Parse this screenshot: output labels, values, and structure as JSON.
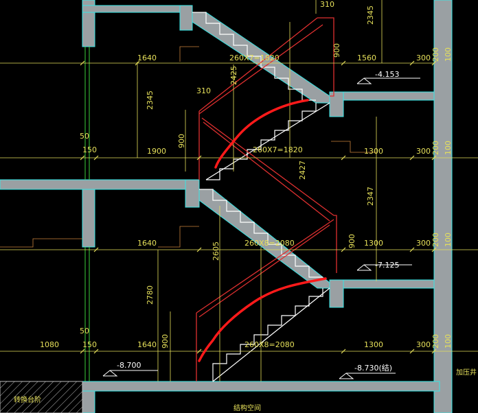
{
  "drawing": {
    "colors": {
      "background": "#000000",
      "wall": "#9aa0a3",
      "wall_edge": "#35e6e6",
      "stair_outline": "#ffffff",
      "handrail": "#e03030",
      "dimension": "#e6e05a",
      "markup": "#ff1a1a",
      "green_line": "#3bd13b"
    },
    "upper_flight": {
      "tread_dim_top": "260X7=1820",
      "tread_dim_bottom": "260X7=1820",
      "landing_left": "1640",
      "landing_right": "1560",
      "left_run": "1900",
      "right_run": "1300",
      "height_left": "2345",
      "height_right": "2345",
      "rail_offset_left": "310",
      "rail_offset_right": "310",
      "rail_height_left": "900",
      "rail_height_right": "900",
      "flight_h_a": "2425",
      "flight_h_b": "2427",
      "level": "-4.153"
    },
    "lower_flight": {
      "tread_dim_top": "260X8=2080",
      "tread_dim_bottom": "260X8=2080",
      "landing_left": "1640",
      "left_run": "1640",
      "right_run_a": "1300",
      "right_run_b": "1300",
      "height_left": "2780",
      "height_right": "2347",
      "flight_h": "2605",
      "rail_height_left": "900",
      "rail_height_right": "900",
      "level": "-7.125"
    },
    "right_columns": [
      "300",
      "200",
      "100"
    ],
    "left_labels": {
      "wall_a": "50",
      "wall_b": "150",
      "wall_c": "50",
      "wall_d": "150",
      "far_left": "1080"
    },
    "bottom_levels": {
      "left": "-8.700",
      "right": "-8.730(结)"
    },
    "texts": {
      "bottom_left": "转换台阶",
      "bottom_center": "结构空间",
      "right_edge": "加压井"
    }
  }
}
